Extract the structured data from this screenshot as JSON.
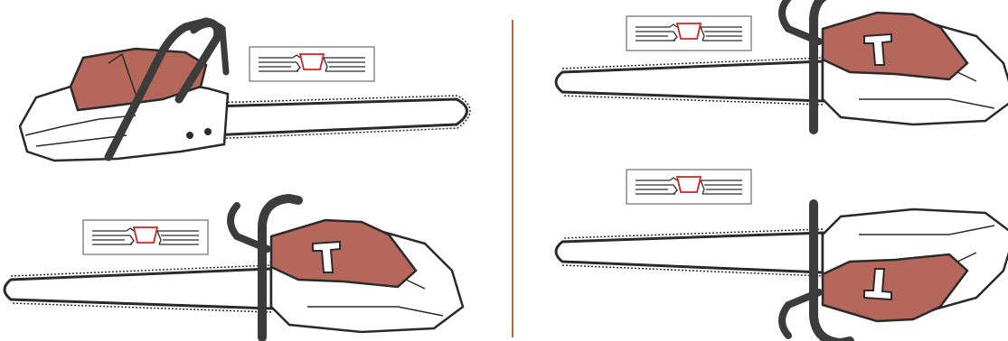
{
  "colors": {
    "background": "#ffffff",
    "outline": "#2a2a2a",
    "housing": "#b5675c",
    "handle": "#3c3c3c",
    "divider": "#b06a3a",
    "inset_highlight": "#d22222",
    "inset_border": "#8a8a8a"
  },
  "illustrations": [
    {
      "id": "panel-top-left",
      "subject": "chainsaw",
      "bar_direction": "right",
      "view": "side-left"
    },
    {
      "id": "panel-bottom-left",
      "subject": "chainsaw",
      "bar_direction": "left",
      "view": "side-right"
    },
    {
      "id": "panel-top-right",
      "subject": "chainsaw",
      "bar_direction": "left",
      "view": "side-right"
    },
    {
      "id": "panel-bottom-right",
      "subject": "chainsaw",
      "bar_direction": "left",
      "view": "upside-down"
    }
  ],
  "insets": [
    {
      "id": "inset-1",
      "icon": "air-filter-cover-detail-icon"
    },
    {
      "id": "inset-2",
      "icon": "air-filter-cover-detail-icon"
    },
    {
      "id": "inset-3",
      "icon": "air-filter-cover-detail-icon"
    },
    {
      "id": "inset-4",
      "icon": "air-filter-cover-detail-icon"
    }
  ]
}
